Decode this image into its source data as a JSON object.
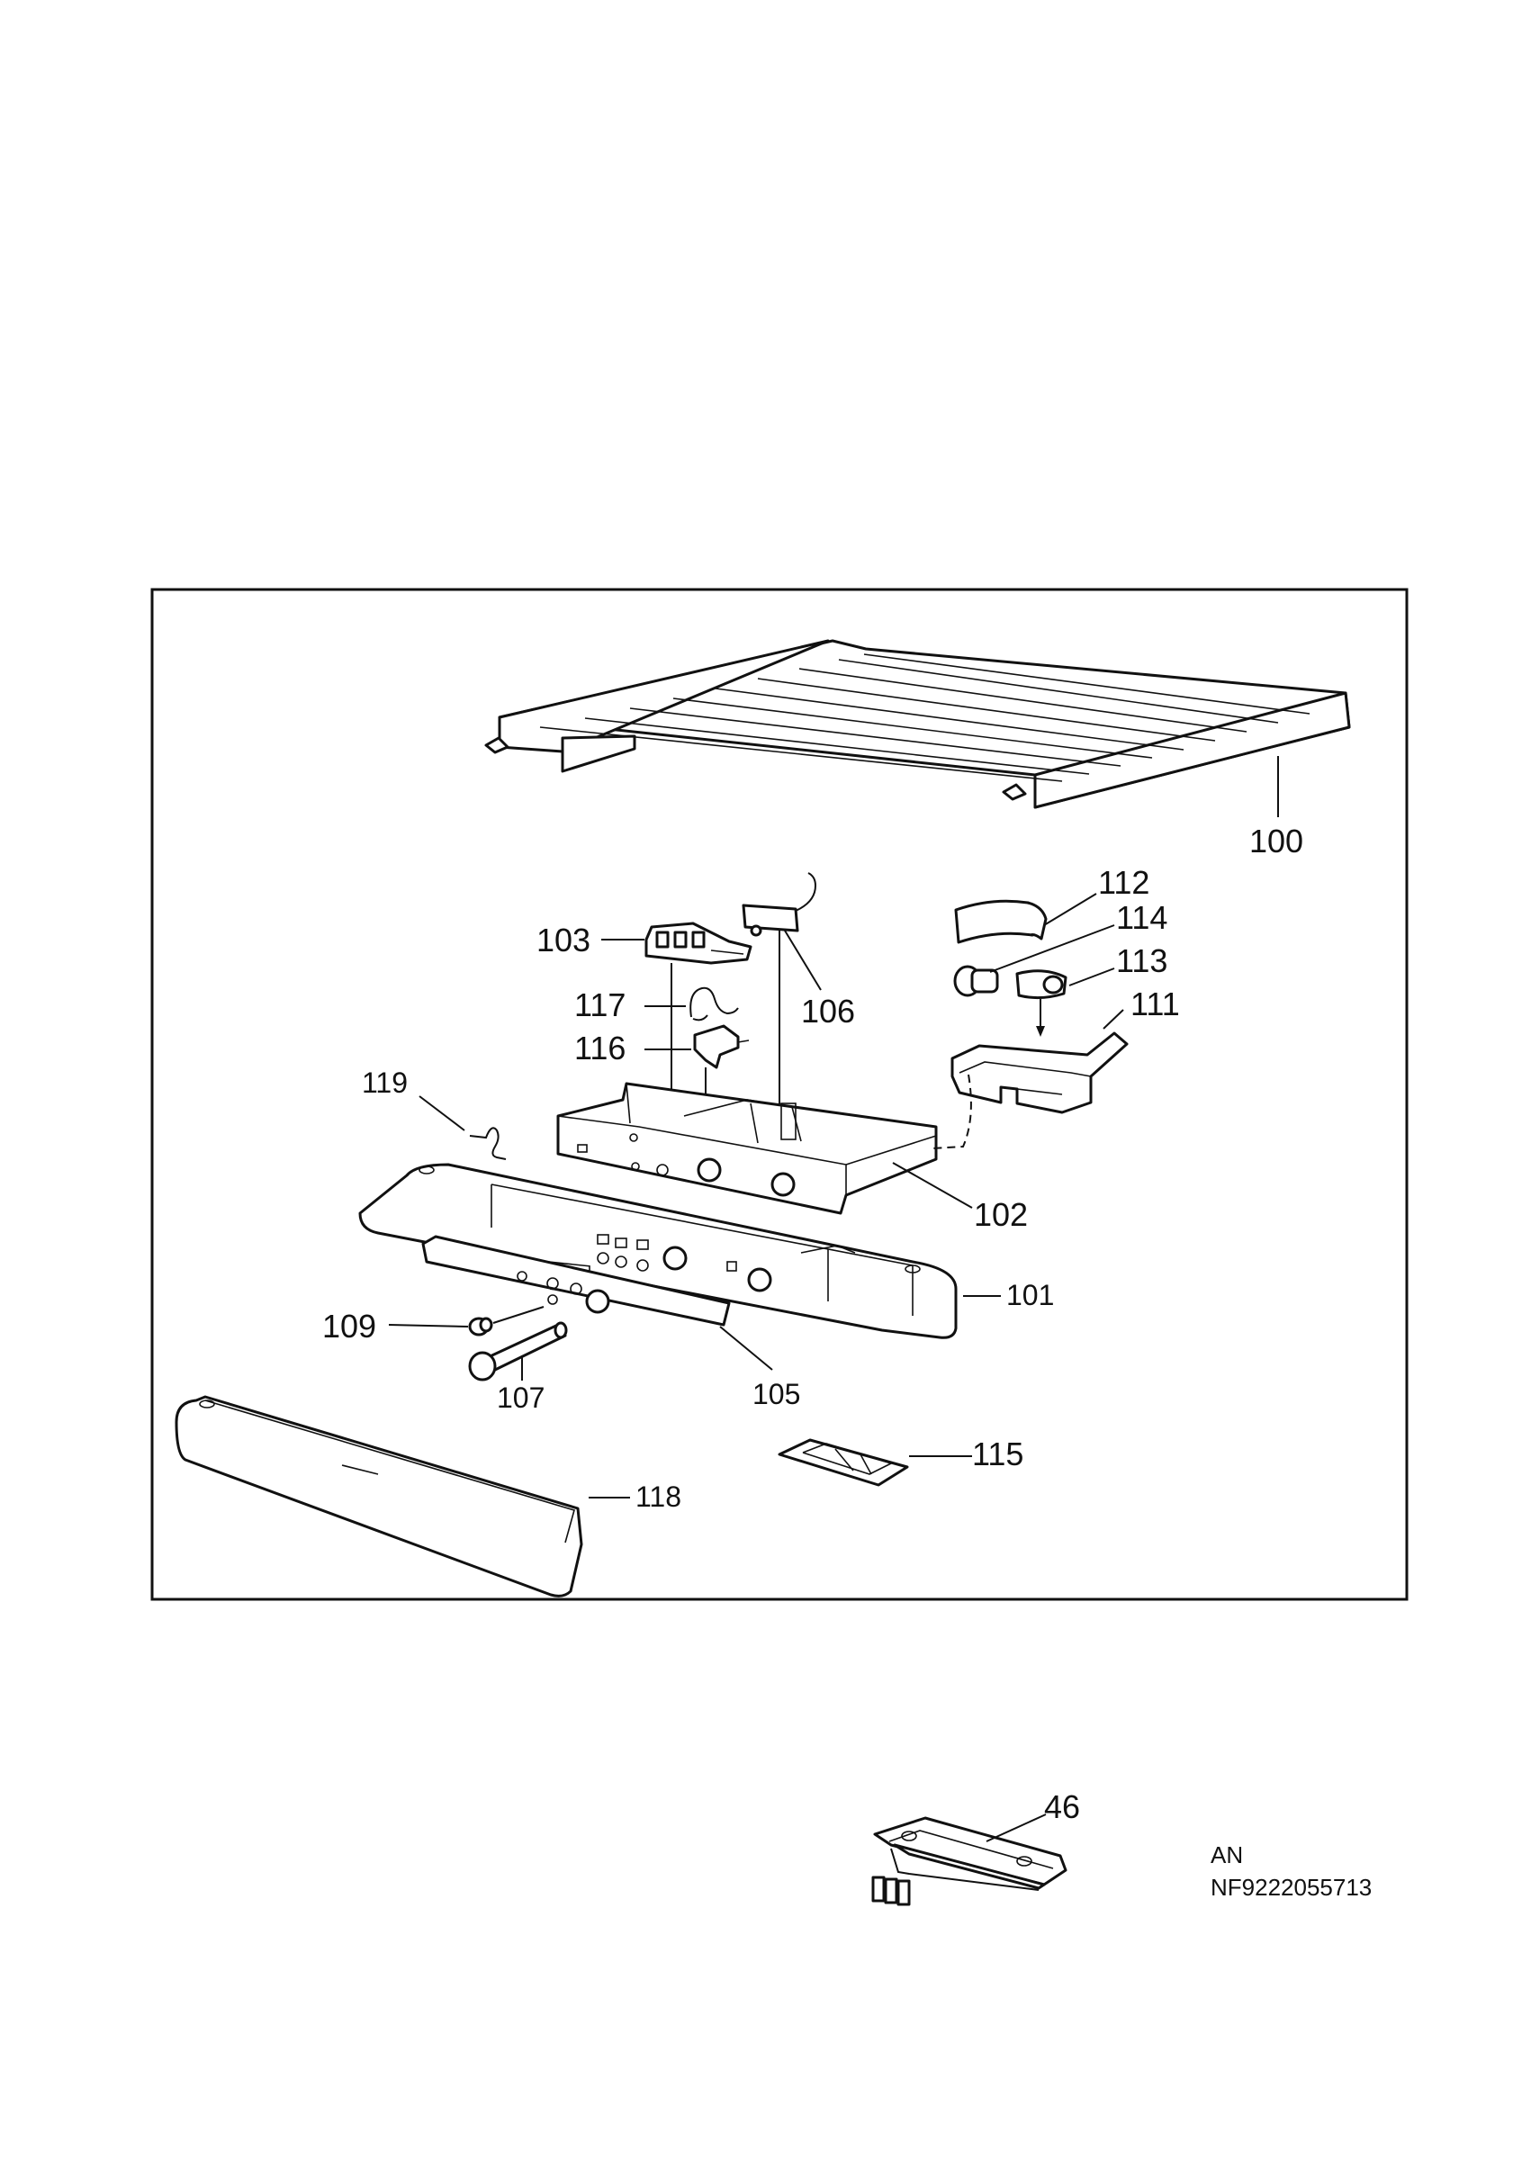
{
  "callouts": {
    "c100": "100",
    "c112": "112",
    "c114": "114",
    "c113": "113",
    "c111": "111",
    "c103": "103",
    "c106": "106",
    "c117": "117",
    "c116": "116",
    "c119": "119",
    "c102": "102",
    "c101": "101",
    "c109": "109",
    "c107": "107",
    "c105": "105",
    "c115": "115",
    "c118": "118",
    "c46": "46"
  },
  "footer": {
    "line1": "AN",
    "line2": "NF9222055713"
  },
  "colors": {
    "ink": "#111111",
    "paper": "#ffffff"
  }
}
